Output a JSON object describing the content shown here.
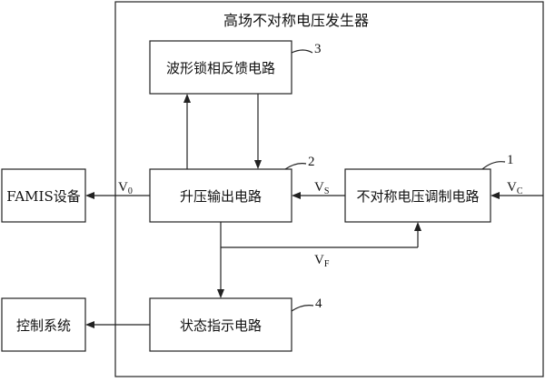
{
  "diagram": {
    "title": "高场不对称电压发生器",
    "blocks": {
      "waveform_lock": {
        "label": "波形锁相反馈电路",
        "number": "3"
      },
      "boost_output": {
        "label": "升压输出电路",
        "number": "2"
      },
      "asym_modulation": {
        "label": "不对称电压调制电路",
        "number": "1"
      },
      "status_indicator": {
        "label": "状态指示电路",
        "number": "4"
      },
      "famis": {
        "label": "FAMIS设备"
      },
      "control": {
        "label": "控制系统"
      }
    },
    "signals": {
      "v0": {
        "main": "V",
        "sub": "0"
      },
      "vs": {
        "main": "V",
        "sub": "S"
      },
      "vc": {
        "main": "V",
        "sub": "C"
      },
      "vf": {
        "main": "V",
        "sub": "F"
      }
    }
  }
}
